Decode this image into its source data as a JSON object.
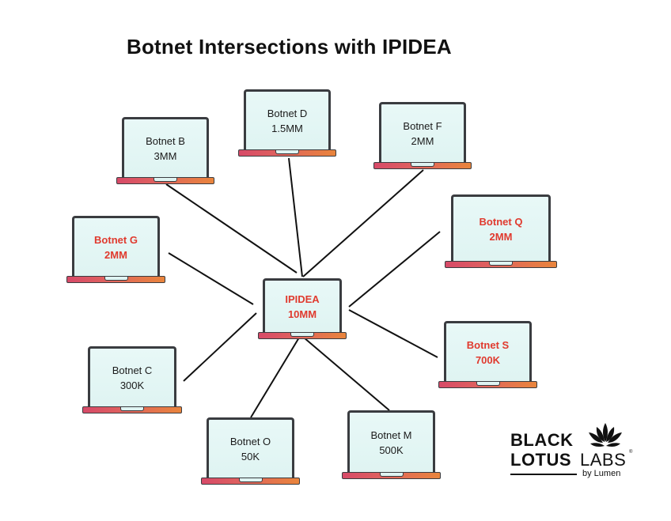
{
  "title": "Botnet Intersections with IPIDEA",
  "accent_colors": {
    "highlight_text": "#e03a2e",
    "screen": "#dff4f2",
    "base_left": "#d74a68",
    "base_right": "#e9853c"
  },
  "hub": {
    "name": "IPIDEA",
    "count": "10MM",
    "highlight": true
  },
  "botnets": [
    {
      "id": "b",
      "name": "Botnet B",
      "count": "3MM",
      "highlight": false
    },
    {
      "id": "d",
      "name": "Botnet D",
      "count": "1.5MM",
      "highlight": false
    },
    {
      "id": "f",
      "name": "Botnet F",
      "count": "2MM",
      "highlight": false
    },
    {
      "id": "q",
      "name": "Botnet Q",
      "count": "2MM",
      "highlight": true
    },
    {
      "id": "g",
      "name": "Botnet G",
      "count": "2MM",
      "highlight": true
    },
    {
      "id": "s",
      "name": "Botnet S",
      "count": "700K",
      "highlight": true
    },
    {
      "id": "c",
      "name": "Botnet C",
      "count": "300K",
      "highlight": false
    },
    {
      "id": "o",
      "name": "Botnet O",
      "count": "50K",
      "highlight": false
    },
    {
      "id": "m",
      "name": "Botnet M",
      "count": "500K",
      "highlight": false
    }
  ],
  "logo": {
    "line1": "BLACK",
    "line2_bold": "LOTUS",
    "line2_light": "LABS",
    "trademark": "®",
    "byline": "by Lumen",
    "icon": "lotus-flower-icon"
  }
}
